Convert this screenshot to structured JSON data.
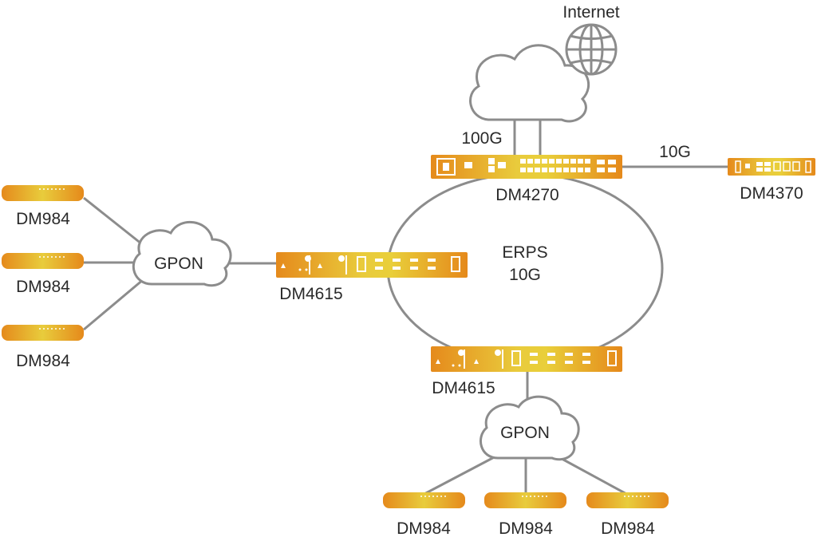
{
  "labels": {
    "internet": "Internet",
    "core_uplink": "100G",
    "side_link": "10G",
    "core_switch": "DM4270",
    "side_switch": "DM4370",
    "ring_name": "ERPS",
    "ring_speed": "10G",
    "left_cloud": "GPON",
    "bottom_cloud": "GPON",
    "left_olt": "DM4615",
    "bottom_olt": "DM4615"
  },
  "onu_left": [
    "DM984",
    "DM984",
    "DM984"
  ],
  "onu_bottom": [
    "DM984",
    "DM984",
    "DM984"
  ],
  "colors": {
    "wire": "#8c8c8c",
    "device_orange": "#e8951f",
    "device_yellow": "#e9cf3a",
    "text": "#2a2a2a"
  }
}
